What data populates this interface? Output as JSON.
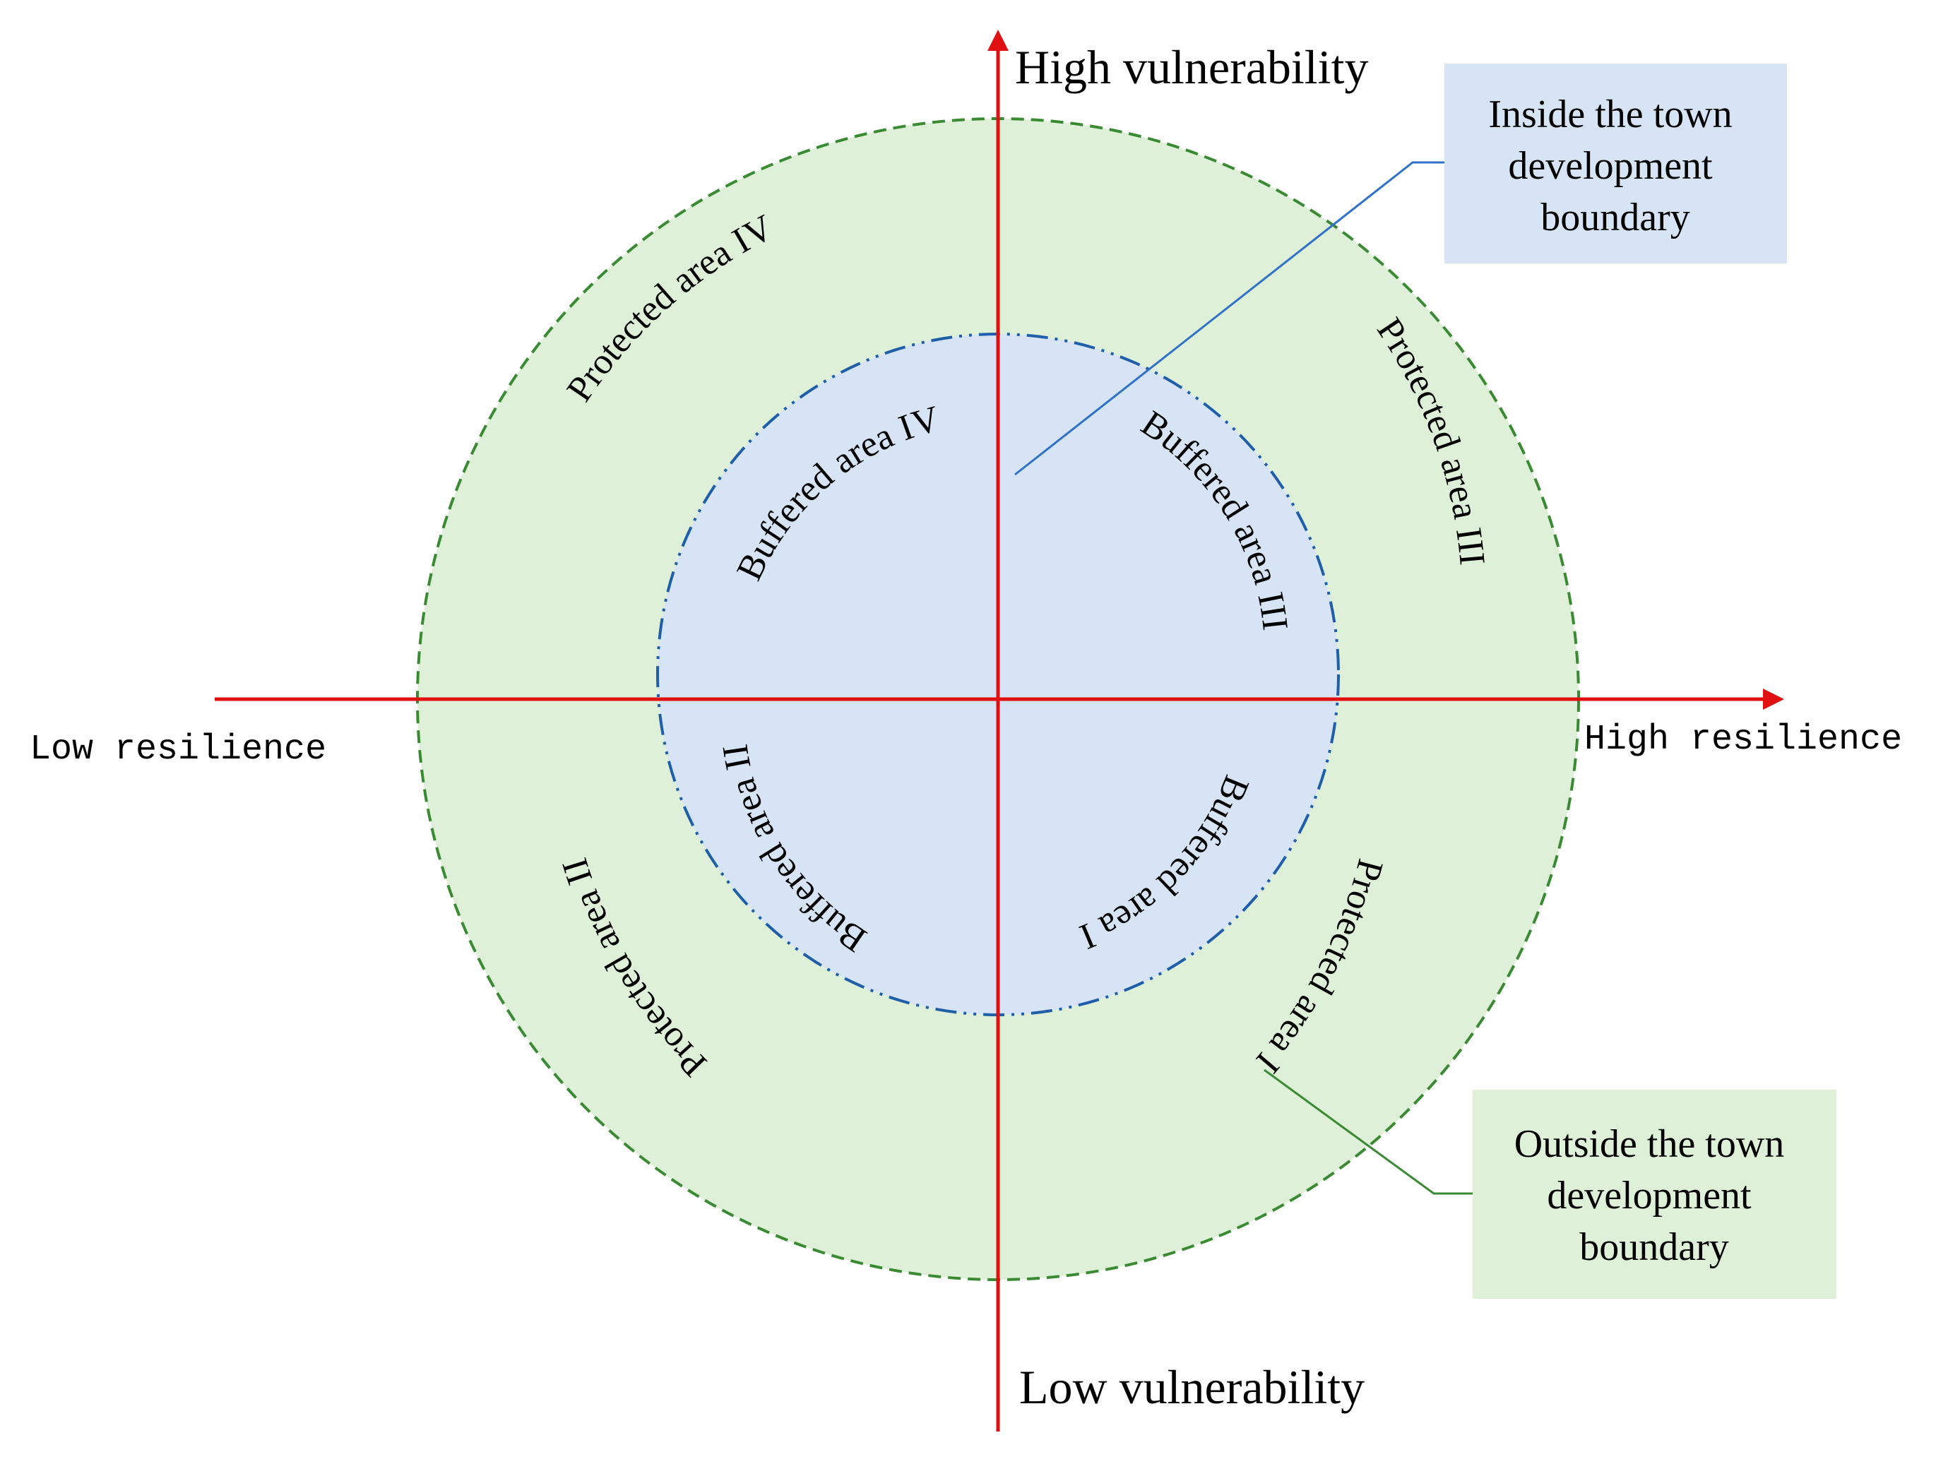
{
  "axes": {
    "y_top": "High vulnerability",
    "y_bottom": "Low vulnerability",
    "x_left": "Low resilience",
    "x_right": "High resilience"
  },
  "zones": {
    "protected": [
      "Protected area IV",
      "Protected area III",
      "Protected area II",
      "Protected area I"
    ],
    "buffered": [
      "Buffered area IV",
      "Buffered area III",
      "Buffered area II",
      "Buffered area I"
    ]
  },
  "callouts": {
    "inside": [
      "Inside the town",
      "development",
      "boundary"
    ],
    "outside": [
      "Outside the town",
      "development",
      "boundary"
    ]
  },
  "colors": {
    "axis": "#e01010",
    "outer_fill": "#dff0d8",
    "outer_stroke": "#3a8a34",
    "inner_fill": "#d6e4f5",
    "inner_stroke": "#1f5ea8",
    "inside_box": "#d6e4f5",
    "outside_box": "#dff0d8",
    "inside_leader": "#2f72c8",
    "outside_leader": "#3a8a34"
  }
}
